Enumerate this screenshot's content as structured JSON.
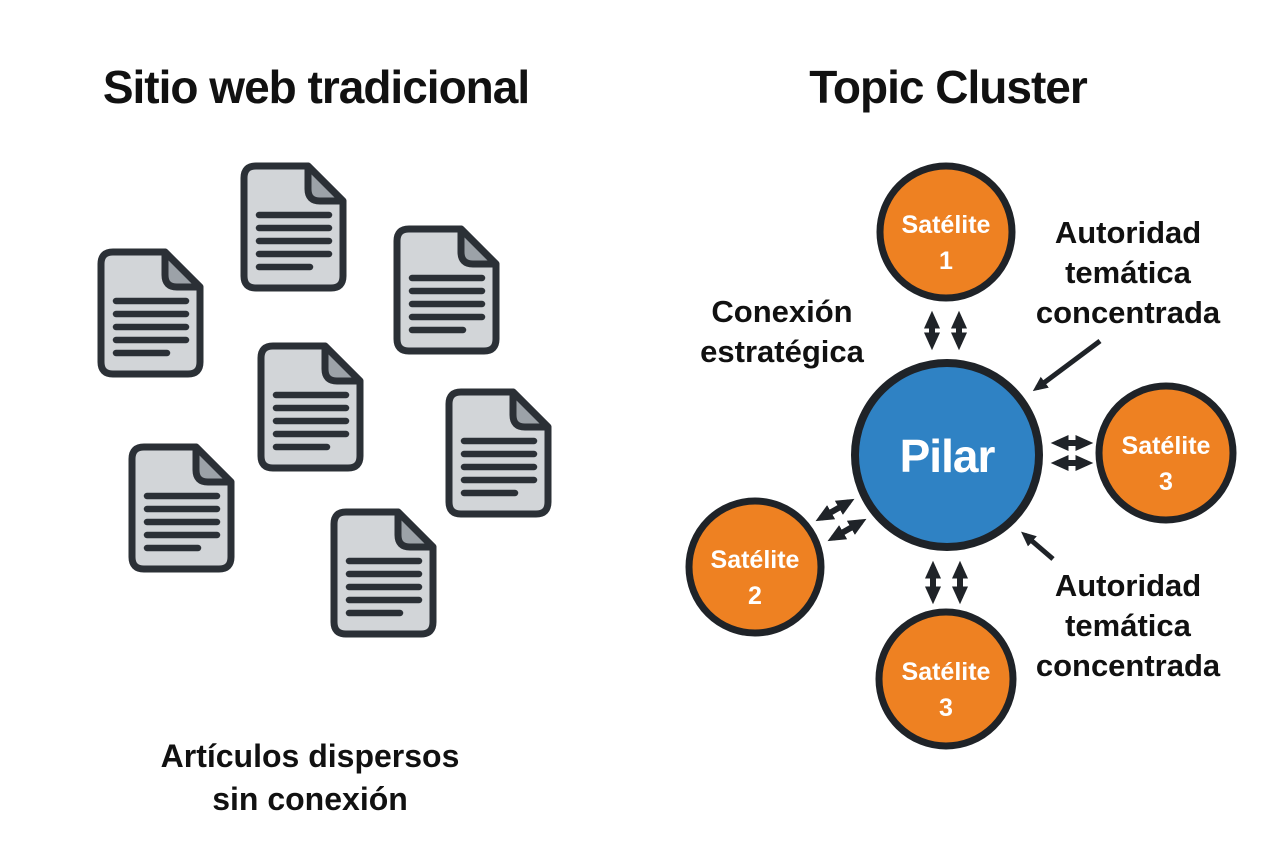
{
  "left_panel": {
    "title": "Sitio web tradicional",
    "caption": "Artículos dispersos\nsin conexión",
    "documents_count": 7,
    "document_icon": "document-with-text-lines"
  },
  "right_panel": {
    "title": "Topic Cluster",
    "pillar": {
      "label": "Pilar",
      "fill": "#2F82C4"
    },
    "satellite_fill": "#EE8122",
    "satellites": [
      {
        "position": "top",
        "label": "Satélite",
        "number": "1"
      },
      {
        "position": "bottom-left",
        "label": "Satélite",
        "number": "2"
      },
      {
        "position": "right",
        "label": "Satélite",
        "number": "3"
      },
      {
        "position": "bottom",
        "label": "Satélite",
        "number": "3"
      }
    ],
    "annotations": {
      "connection": "Conexión\nestratégica",
      "authority_top": "Autoridad\ntemática\nconcentrada",
      "authority_bottom": "Autoridad\ntemática\nconcentrada"
    }
  },
  "colors": {
    "background": "#FFFFFF",
    "text": "#111111",
    "arrow": "#1F2328",
    "circle_stroke": "#1F2328",
    "doc_fill": "#D2D5D8",
    "doc_fold": "#9CA2A8",
    "doc_stroke": "#2B3036"
  }
}
